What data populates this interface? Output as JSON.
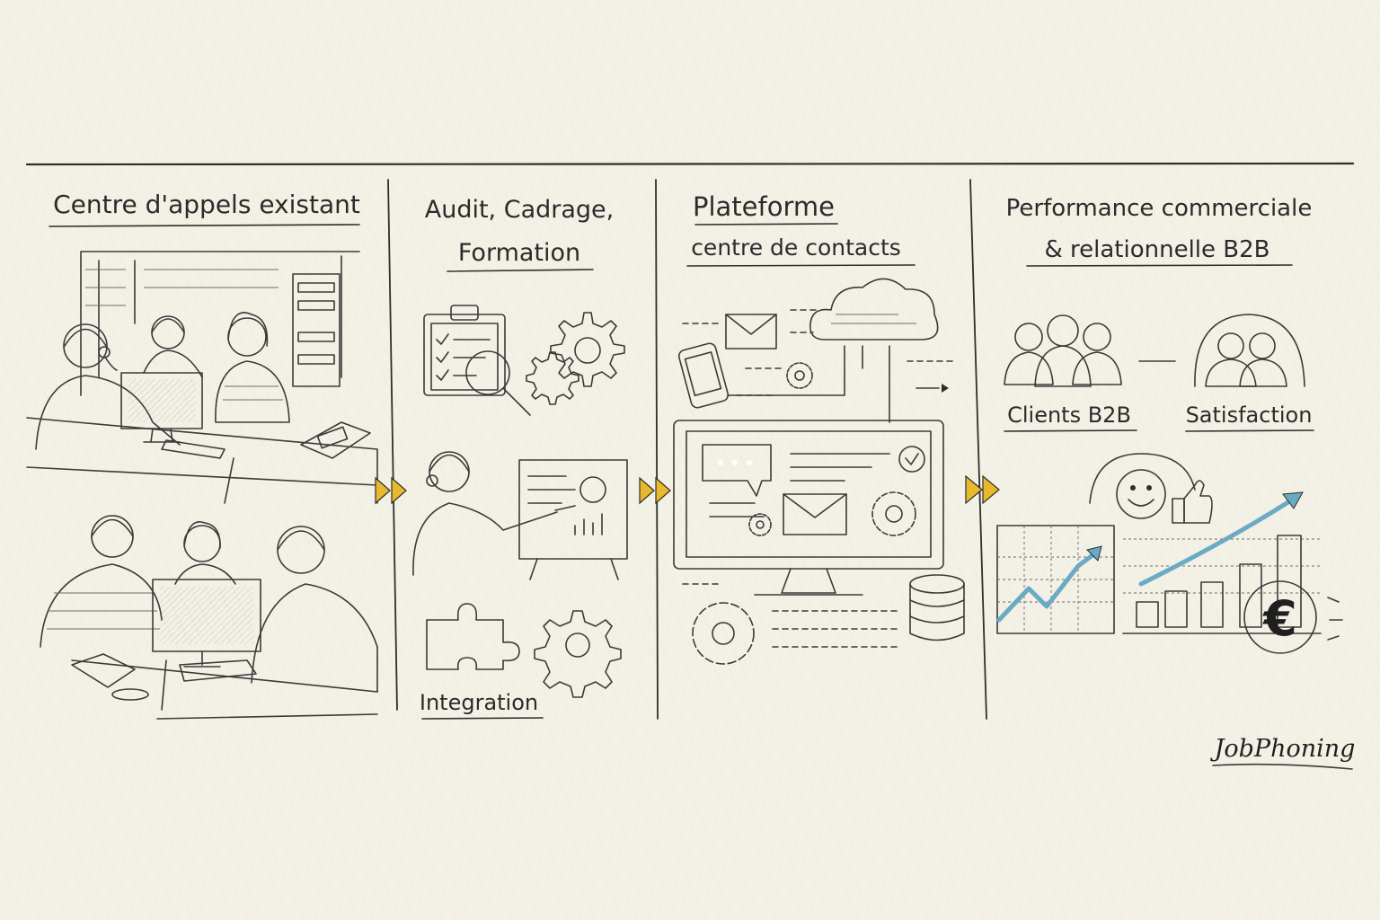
{
  "colors": {
    "paper": "#f3f0e6",
    "ink": "#2e2e2e",
    "accent_yellow": "#e8b92c",
    "accent_blue": "#6aaac4"
  },
  "stages": [
    {
      "title_line1": "Centre d'appels existant",
      "title_line2": ""
    },
    {
      "title_line1": "Audit, Cadrage,",
      "title_line2": "Formation",
      "sub_label": "Integration"
    },
    {
      "title_line1": "Plateforme",
      "title_line2": "centre de contacts"
    },
    {
      "title_line1": "Performance commerciale",
      "title_line2": "& relationnelle B2B",
      "clients_label": "Clients B2B",
      "satisfaction_label": "Satisfaction"
    }
  ],
  "signature": "JobPhoning"
}
